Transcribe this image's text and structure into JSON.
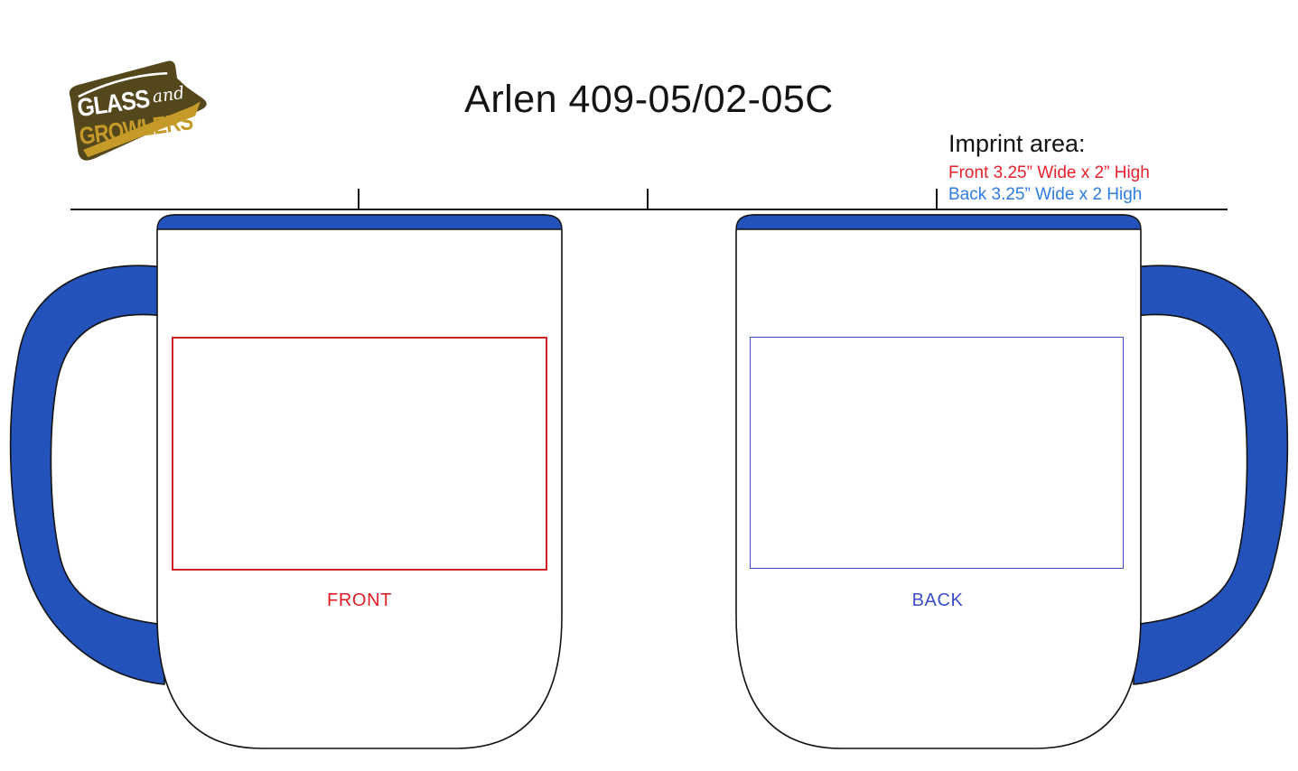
{
  "header": {
    "title": "Arlen 409-05/02-05C"
  },
  "logo": {
    "word_glass": "GLASS",
    "word_and": "and",
    "word_growlers": "GROWLERS",
    "blob_color": "#54471c",
    "gold_color": "#c59a28",
    "text_color": "#ffffff"
  },
  "imprint_info": {
    "heading": "Imprint area:",
    "front_line": "Front 3.25” Wide x 2” High",
    "back_line": "Back 3.25” Wide x 2 High",
    "front_line_color": "#e8222b",
    "back_line_color": "#2e7ce2"
  },
  "ruler": {
    "line_color": "#131313",
    "tick_count": 3
  },
  "mugs": {
    "outline_color": "#131313",
    "body_color": "#ffffff",
    "accent_color": "#2252ba",
    "front": {
      "label": "FRONT",
      "label_color": "#e01d24",
      "box_color": "#cf2127"
    },
    "back": {
      "label": "BACK",
      "label_color": "#3a4ecb",
      "box_color": "#3a4ecb"
    }
  }
}
